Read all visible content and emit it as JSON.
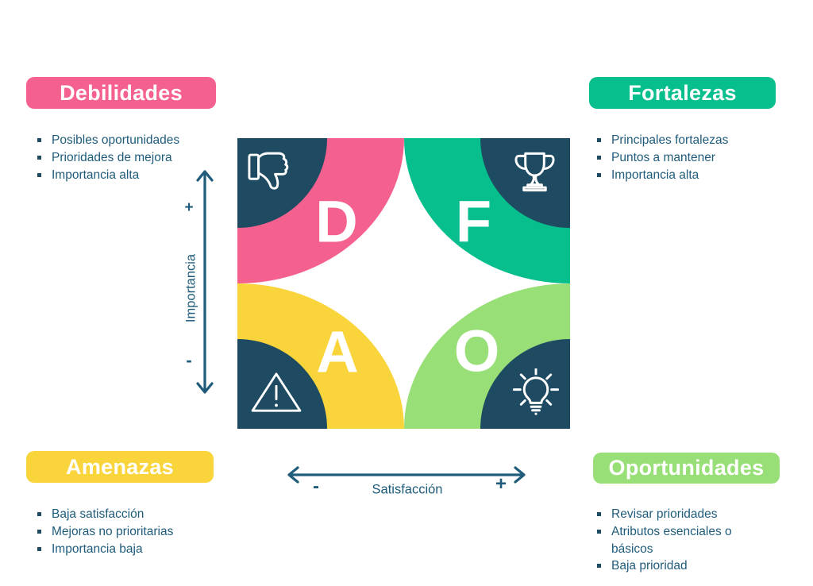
{
  "colors": {
    "pink": "#F5618F",
    "teal": "#07BE8D",
    "yellow": "#F9D43A",
    "green": "#99DF77",
    "navy": "#1E4B62",
    "text": "#1F5B7A"
  },
  "sections": {
    "debilidades": {
      "title": "Debilidades",
      "items": [
        "Posibles oportunidades",
        "Prioridades de mejora",
        "Importancia alta"
      ]
    },
    "fortalezas": {
      "title": "Fortalezas",
      "items": [
        "Principales fortalezas",
        "Puntos a mantener",
        "Importancia alta"
      ]
    },
    "amenazas": {
      "title": "Amenazas",
      "items": [
        "Baja satisfacción",
        "Mejoras no prioritarias",
        "Importancia baja"
      ]
    },
    "oportunidades": {
      "title": "Oportunidades",
      "items": [
        "Revisar prioridades",
        "Atributos esenciales o básicos",
        "Baja prioridad"
      ]
    }
  },
  "matrix": {
    "letters": {
      "debilidades": "D",
      "fortalezas": "F",
      "amenazas": "A",
      "oportunidades": "O"
    },
    "icons": {
      "debilidades": "thumbs-down-icon",
      "fortalezas": "trophy-icon",
      "amenazas": "warning-triangle-icon",
      "oportunidades": "lightbulb-icon"
    }
  },
  "axes": {
    "vertical": {
      "label": "Importancia",
      "plus": "+",
      "minus": "-"
    },
    "horizontal": {
      "label": "Satisfacción",
      "plus": "+",
      "minus": "-"
    }
  }
}
